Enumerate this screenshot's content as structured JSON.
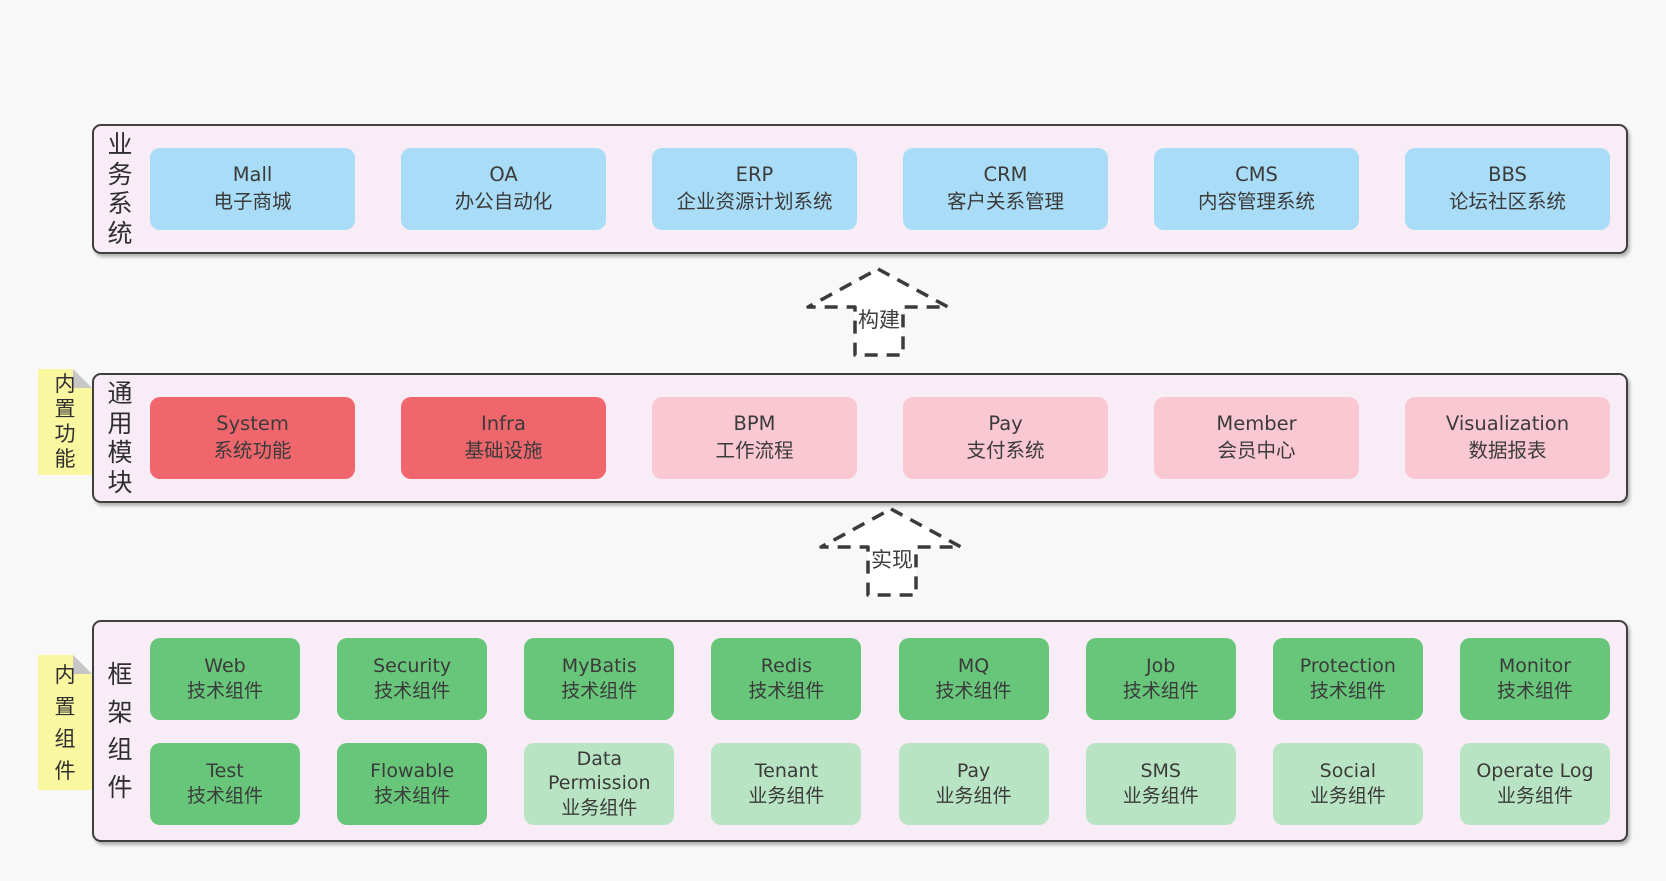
{
  "arrows": [
    {
      "label": "构建"
    },
    {
      "label": "实现"
    }
  ],
  "panels": {
    "business": {
      "side_label": "业务系统",
      "boxes": [
        {
          "title": "Mall",
          "subtitle": "电子商城",
          "variant": "blue"
        },
        {
          "title": "OA",
          "subtitle": "办公自动化",
          "variant": "blue"
        },
        {
          "title": "ERP",
          "subtitle": "企业资源计划系统",
          "variant": "blue"
        },
        {
          "title": "CRM",
          "subtitle": "客户关系管理",
          "variant": "blue"
        },
        {
          "title": "CMS",
          "subtitle": "内容管理系统",
          "variant": "blue"
        },
        {
          "title": "BBS",
          "subtitle": "论坛社区系统",
          "variant": "blue"
        }
      ]
    },
    "modules": {
      "side_label": "通用模块",
      "sticky_label": "内置功能",
      "boxes": [
        {
          "title": "System",
          "subtitle": "系统功能",
          "variant": "red"
        },
        {
          "title": "Infra",
          "subtitle": "基础设施",
          "variant": "red"
        },
        {
          "title": "BPM",
          "subtitle": "工作流程",
          "variant": "pink"
        },
        {
          "title": "Pay",
          "subtitle": "支付系统",
          "variant": "pink"
        },
        {
          "title": "Member",
          "subtitle": "会员中心",
          "variant": "pink"
        },
        {
          "title": "Visualization",
          "subtitle": "数据报表",
          "variant": "pink"
        }
      ]
    },
    "components": {
      "side_label": "框架组件",
      "sticky_label": "内置组件",
      "rows": [
        [
          {
            "title": "Web",
            "subtitle": "技术组件",
            "variant": "green"
          },
          {
            "title": "Security",
            "subtitle": "技术组件",
            "variant": "green"
          },
          {
            "title": "MyBatis",
            "subtitle": "技术组件",
            "variant": "green"
          },
          {
            "title": "Redis",
            "subtitle": "技术组件",
            "variant": "green"
          },
          {
            "title": "MQ",
            "subtitle": "技术组件",
            "variant": "green"
          },
          {
            "title": "Job",
            "subtitle": "技术组件",
            "variant": "green"
          },
          {
            "title": "Protection",
            "subtitle": "技术组件",
            "variant": "green"
          },
          {
            "title": "Monitor",
            "subtitle": "技术组件",
            "variant": "green"
          }
        ],
        [
          {
            "title": "Test",
            "subtitle": "技术组件",
            "variant": "green"
          },
          {
            "title": "Flowable",
            "subtitle": "技术组件",
            "variant": "green"
          },
          {
            "title": "Data Permission",
            "subtitle": "业务组件",
            "variant": "lightgreen"
          },
          {
            "title": "Tenant",
            "subtitle": "业务组件",
            "variant": "lightgreen"
          },
          {
            "title": "Pay",
            "subtitle": "业务组件",
            "variant": "lightgreen"
          },
          {
            "title": "SMS",
            "subtitle": "业务组件",
            "variant": "lightgreen"
          },
          {
            "title": "Social",
            "subtitle": "业务组件",
            "variant": "lightgreen"
          },
          {
            "title": "Operate Log",
            "subtitle": "业务组件",
            "variant": "lightgreen"
          }
        ]
      ]
    }
  },
  "colors": {
    "page_bg": "#f8f8f8",
    "panel_bg": "#f8edf6",
    "panel_border": "#3f3f3f",
    "sticky_bg": "#f9f7a0",
    "sticky_fold": "#c6c6c6",
    "arrow_stroke": "#3b3b3b",
    "arrow_fill": "#ffffff",
    "text": "#3b3b3b",
    "variants": {
      "blue": "#a9dcf6",
      "red": "#ef676d",
      "pink": "#fac8d2",
      "green": "#67c679",
      "lightgreen": "#b9e4c3"
    }
  }
}
